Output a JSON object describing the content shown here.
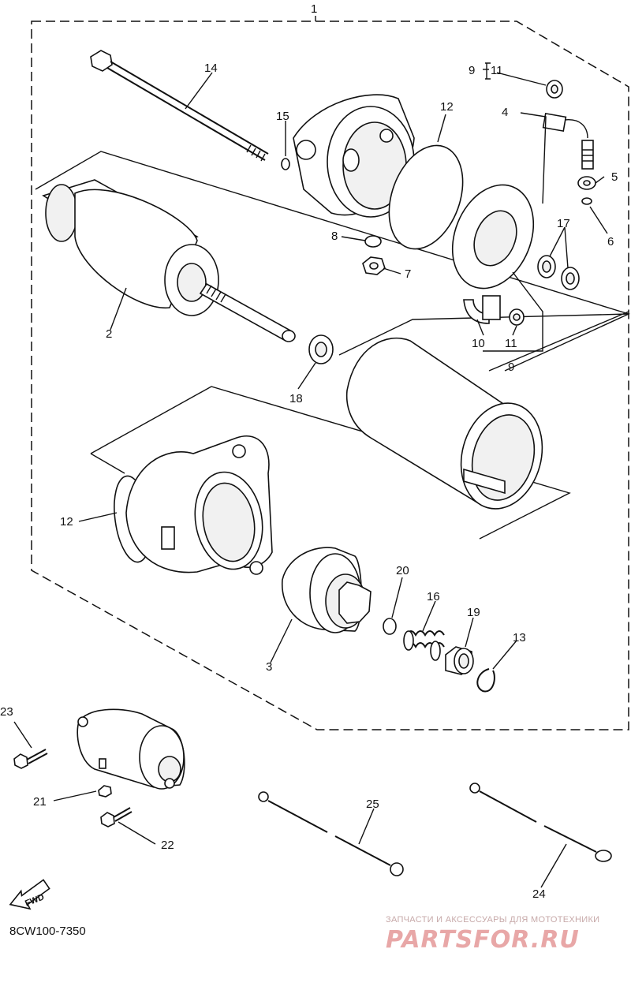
{
  "diagram": {
    "callouts": {
      "c1": "1",
      "c2": "2",
      "c3": "3",
      "c4": "4",
      "c5": "5",
      "c6": "6",
      "c7": "7",
      "c8": "8",
      "c9a": "9",
      "c9a_range": "11",
      "c9b": "9",
      "c10": "10",
      "c11": "11",
      "c12a": "12",
      "c12b": "12",
      "c13": "13",
      "c14": "14",
      "c15": "15",
      "c16": "16",
      "c17": "17",
      "c18": "18",
      "c19": "19",
      "c20": "20",
      "c21": "21",
      "c22": "22",
      "c23": "23",
      "c24": "24",
      "c25": "25"
    },
    "fwd_label": "FWD",
    "diagram_code": "8CW100-7350"
  },
  "watermark": {
    "tagline": "ЗАПЧАСТИ И АКСЕССУАРЫ ДЛЯ МОТОТЕХНИКИ",
    "brand": "PARTSFOR.RU"
  }
}
